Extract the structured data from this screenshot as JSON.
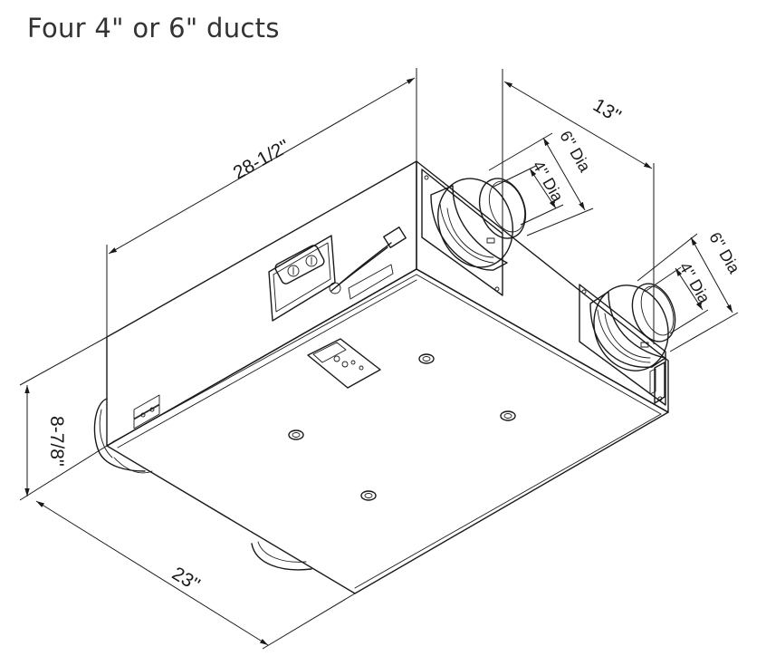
{
  "title": "Four 4\" or 6\" ducts",
  "dimensions": {
    "length": "28-1/2''",
    "depth": "13''",
    "height": "8-7/8''",
    "width": "23''",
    "duct_top_large": "6'' Dia",
    "duct_top_small": "4'' Dia",
    "duct_side_large": "6'' Dia",
    "duct_side_small": "4'' Dia"
  },
  "colors": {
    "line": "#1a1a1a",
    "title": "#333333",
    "background": "#ffffff"
  }
}
